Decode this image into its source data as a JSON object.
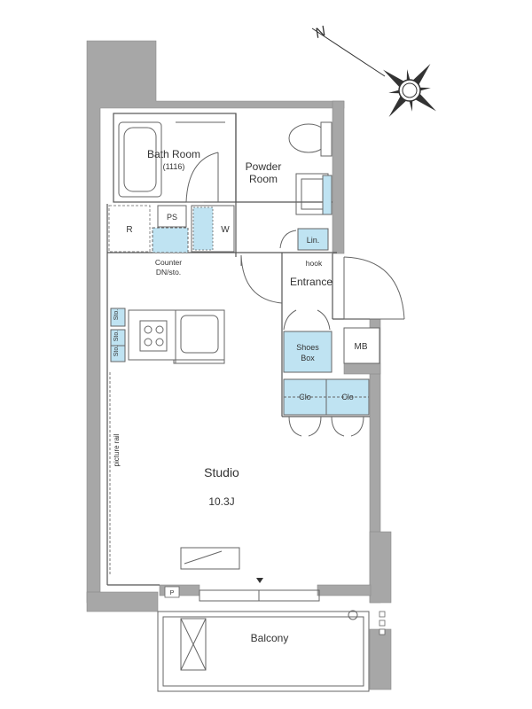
{
  "plan": {
    "rooms": {
      "bath": "Bath Room",
      "bath_size": "(1116)",
      "powder_1": "Powder",
      "powder_2": "Room",
      "entrance": "Entrance",
      "studio": "Studio",
      "studio_size": "10.3J",
      "balcony": "Balcony"
    },
    "fixtures": {
      "ps": "PS",
      "w": "W",
      "r": "R",
      "counter_1": "Counter",
      "counter_2": "DN/sto.",
      "lin": "Lin.",
      "hook": "hook",
      "mb": "MB",
      "shoes_1": "Shoes",
      "shoes_2": "Box",
      "clo_left": "Clo",
      "clo_right": "Clo",
      "sto_1": "Sto.",
      "sto_2": "Sto.",
      "sto_3": "Sto.",
      "picture_rail": "picture rail",
      "p": "P"
    },
    "compass_label": "N",
    "colors": {
      "wall": "#a7a7a7",
      "wall_stroke": "#8a8a8a",
      "storage_fill": "#bfe3f2",
      "line": "#555555"
    }
  }
}
